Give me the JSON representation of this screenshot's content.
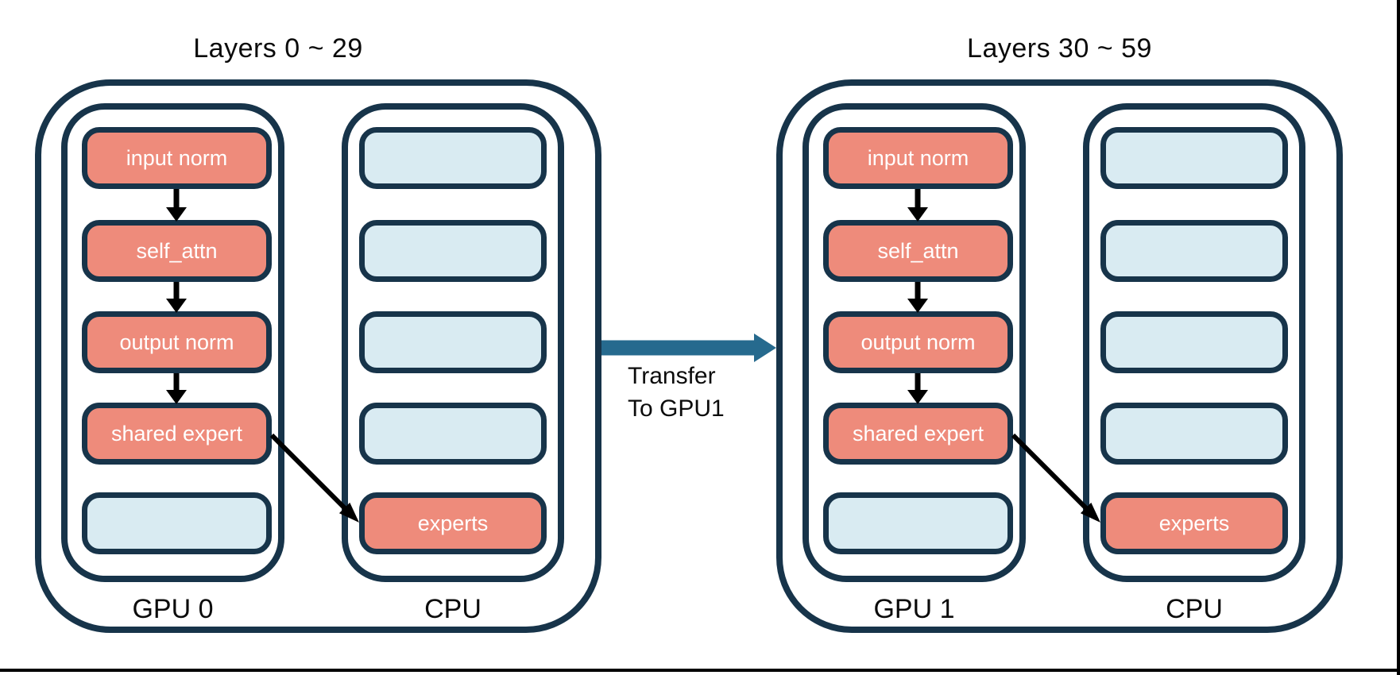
{
  "colors": {
    "outline_navy": "#17344A",
    "module_salmon": "#EE8B7B",
    "slot_lightblue": "#D9EBF2",
    "transfer_teal": "#266A8E",
    "arrow_black": "#000000"
  },
  "groups": [
    {
      "title": "Layers 0 ~ 29",
      "gpu_label": "GPU 0",
      "cpu_label": "CPU",
      "gpu_boxes": [
        "input norm",
        "self_attn",
        "output norm",
        "shared expert",
        ""
      ],
      "cpu_boxes": [
        "",
        "",
        "",
        "",
        "experts"
      ]
    },
    {
      "title": "Layers 30 ~ 59",
      "gpu_label": "GPU 1",
      "cpu_label": "CPU",
      "gpu_boxes": [
        "input norm",
        "self_attn",
        "output norm",
        "shared expert",
        ""
      ],
      "cpu_boxes": [
        "",
        "",
        "",
        "",
        "experts"
      ]
    }
  ],
  "transfer": {
    "line1": "Transfer",
    "line2": "To GPU1"
  }
}
